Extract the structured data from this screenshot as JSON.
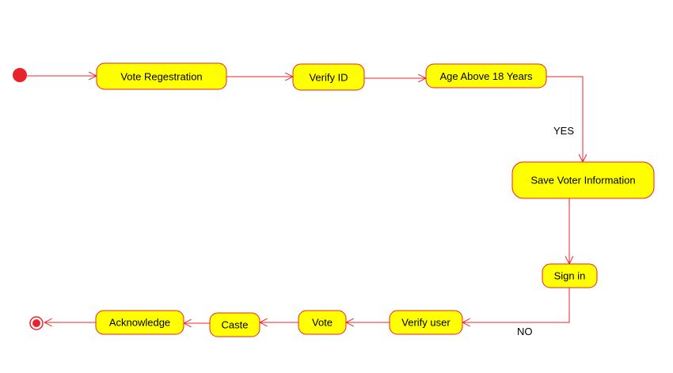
{
  "colors": {
    "node_fill": "#ffff00",
    "node_stroke": "#e8242a",
    "edge": "#e8242a",
    "start": "#e8242a"
  },
  "nodes": {
    "vote_registration": "Vote Regestration",
    "verify_id": "Verify ID",
    "age_check": "Age Above 18 Years",
    "save_voter_info": "Save Voter Information",
    "sign_in": "Sign in",
    "verify_user": "Verify user",
    "vote": "Vote",
    "caste": "Caste",
    "acknowledge": "Acknowledge"
  },
  "edge_labels": {
    "yes": "YES",
    "no": "NO"
  }
}
